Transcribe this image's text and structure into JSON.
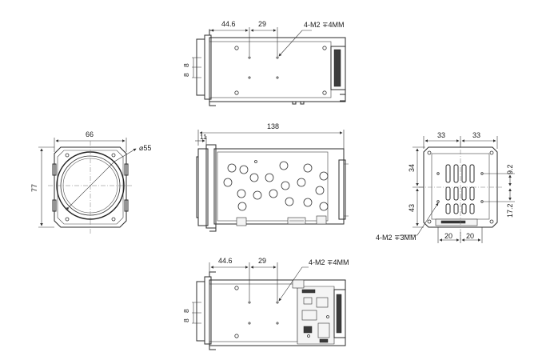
{
  "top_view": {
    "dim_a": "44.6",
    "dim_b": "29",
    "hole_callout": "4-M2 ∓4MM",
    "side_dim_1": "8",
    "side_dim_2": "8"
  },
  "front_view": {
    "width": "66",
    "height": "77",
    "lens_diameter": "⌀55"
  },
  "side_view": {
    "length": "138",
    "offset": "11"
  },
  "rear_view": {
    "dim_left": "33",
    "dim_right": "33",
    "dim_upper": "34",
    "dim_lower": "43",
    "dim_right_upper": "9.2",
    "dim_right_lower": "17.2",
    "dim_bottom_left": "20",
    "dim_bottom_right": "20",
    "hole_callout": "4-M2 ∓3MM"
  },
  "bottom_view": {
    "dim_a": "44.6",
    "dim_b": "29",
    "hole_callout": "4-M2 ∓4MM",
    "side_dim_1": "8",
    "side_dim_2": "8"
  }
}
